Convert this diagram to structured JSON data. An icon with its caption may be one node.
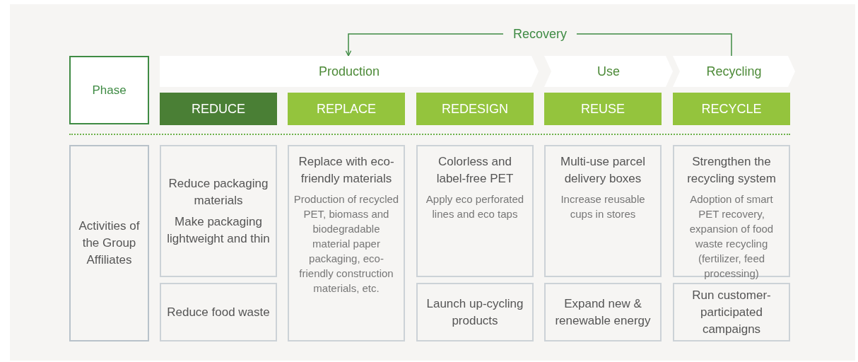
{
  "diagram": {
    "nodes": [
      {
        "text": [
          "Phase"
        ]
      },
      {
        "text": [
          "Production"
        ]
      },
      {
        "text": [
          "Use"
        ]
      },
      {
        "text": [
          "Recycling"
        ]
      },
      {
        "text": [
          "REDUCE"
        ]
      },
      {
        "text": [
          "REPLACE"
        ]
      },
      {
        "text": [
          "REDESIGN"
        ]
      },
      {
        "text": [
          "REUSE"
        ]
      },
      {
        "text": [
          "RECYCLE"
        ]
      },
      {
        "text": [
          "Activities of the Group Affiliates"
        ]
      },
      {
        "text": [
          "Reduce packaging materials",
          "Make packaging lightweight and thin"
        ]
      },
      {
        "text": [
          "Reduce food waste"
        ]
      },
      {
        "text": [
          "Replace with eco-friendly materials",
          "Production of recycled PET, biomass and biodegradable material paper packaging, eco-friendly construction materials, etc."
        ]
      },
      {
        "text": [
          "Colorless and label-free PET",
          "Apply eco perforated lines and eco taps"
        ]
      },
      {
        "text": [
          "Launch up-cycling products"
        ]
      },
      {
        "text": [
          "Multi-use parcel delivery boxes",
          "Increase reusable cups in stores"
        ]
      },
      {
        "text": [
          "Expand new & renewable energy"
        ]
      },
      {
        "text": [
          "Strengthen the recycling system",
          "Adoption of smart PET recovery, expansion of food waste recycling (fertilizer, feed processing)"
        ]
      },
      {
        "text": [
          "Run customer-participated campaigns"
        ]
      }
    ],
    "edges": [
      {
        "from": 3,
        "to": 1,
        "arrow": "to",
        "label": "Recovery"
      }
    ]
  }
}
